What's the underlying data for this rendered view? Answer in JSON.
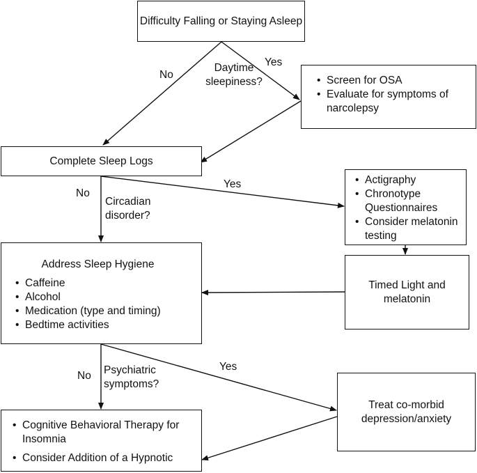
{
  "nodes": {
    "start": "Difficulty Falling or Staying Asleep",
    "screen": [
      "Screen for OSA",
      "Evaluate for symptoms of narcolepsy"
    ],
    "sleep_logs": "Complete Sleep Logs",
    "circadian_tests": [
      "Actigraphy",
      "Chronotype Questionnaires",
      "Consider melatonin testing"
    ],
    "timed_light": "Timed Light and melatonin",
    "hygiene_title": "Address Sleep Hygiene",
    "hygiene_items": [
      "Caffeine",
      "Alcohol",
      "Medication (type and timing)",
      "Bedtime activities"
    ],
    "treat": "Treat co-morbid depression/anxiety",
    "cbt": [
      "Cognitive Behavioral Therapy for Insomnia",
      "Consider Addition of a Hypnotic"
    ]
  },
  "decisions": {
    "daytime": "Daytime sleepiness?",
    "circadian": "Circadian disorder?",
    "psychiatric": "Psychiatric symptoms?"
  },
  "labels": {
    "no1": "No",
    "yes1": "Yes",
    "no2": "No",
    "yes2": "Yes",
    "no3": "No",
    "yes3": "Yes"
  }
}
